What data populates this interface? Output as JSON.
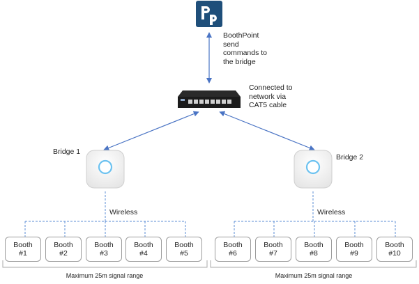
{
  "logo": {
    "name": "boothpoint-logo-icon",
    "color": "#1f4f7a"
  },
  "boothpoint_note": "BoothPoint\nsend\ncommands to\nthe bridge",
  "switch_note": "Connected to\nnetwork via\nCAT5 cable",
  "bridges": [
    {
      "label": "Bridge 1",
      "icon": "hue-bridge-icon"
    },
    {
      "label": "Bridge 2",
      "icon": "hue-bridge-icon"
    }
  ],
  "wireless_labels": [
    "Wireless",
    "Wireless"
  ],
  "booths_left": [
    {
      "line1": "Booth",
      "line2": "#1"
    },
    {
      "line1": "Booth",
      "line2": "#2"
    },
    {
      "line1": "Booth",
      "line2": "#3"
    },
    {
      "line1": "Booth",
      "line2": "#4"
    },
    {
      "line1": "Booth",
      "line2": "#5"
    }
  ],
  "booths_right": [
    {
      "line1": "Booth",
      "line2": "#6"
    },
    {
      "line1": "Booth",
      "line2": "#7"
    },
    {
      "line1": "Booth",
      "line2": "#8"
    },
    {
      "line1": "Booth",
      "line2": "#9"
    },
    {
      "line1": "Booth",
      "line2": "#10"
    }
  ],
  "range_labels": [
    "Maximum 25m signal range",
    "Maximum 25m signal range"
  ],
  "colors": {
    "arrow": "#4a74c4",
    "dashed": "#5b8ed6",
    "bracket": "#a8a8a8",
    "bridge_ring": "#6cc2f0"
  }
}
